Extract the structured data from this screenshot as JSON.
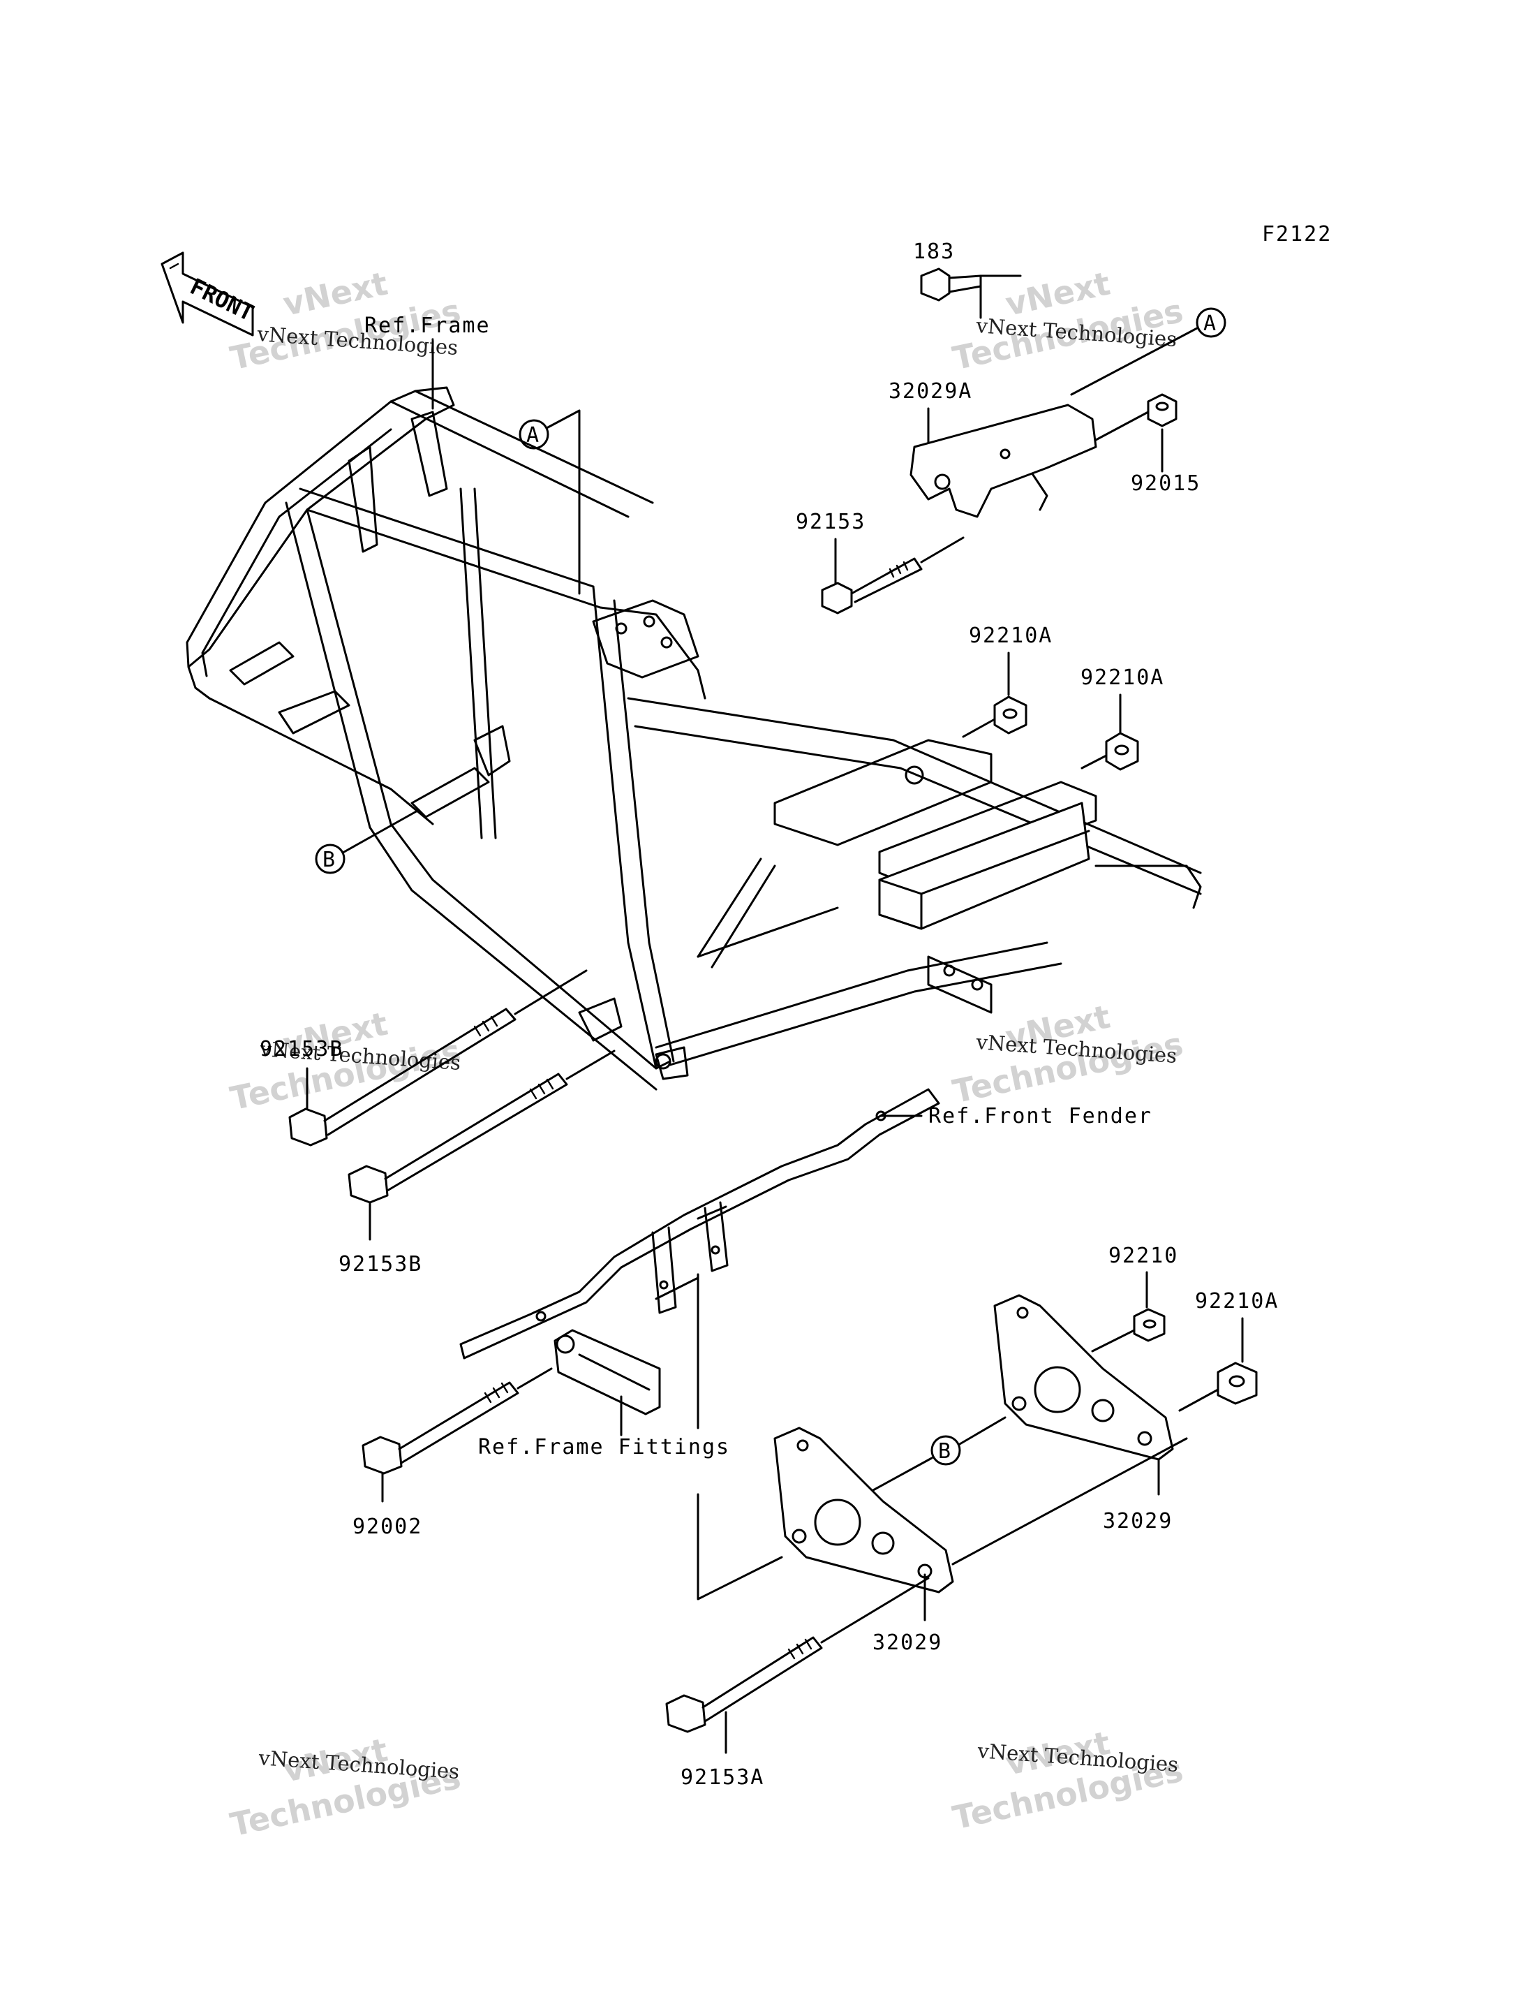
{
  "figure_code": "F2122",
  "front_arrow": "FRONT",
  "watermark": {
    "brand": "vNext",
    "company": "vNext Technologies",
    "word": "Technologies"
  },
  "refs": {
    "frame": "Ref.Frame",
    "front_fender": "Ref.Front Fender",
    "frame_fittings": "Ref.Frame Fittings"
  },
  "callouts": {
    "a": "A",
    "b": "B"
  },
  "parts": {
    "p183": "183",
    "p32029A": "32029A",
    "p92015": "92015",
    "p92153": "92153",
    "p92210A_1": "92210A",
    "p92210A_2": "92210A",
    "p92153B_1": "92153B",
    "p92153B_2": "92153B",
    "p92210": "92210",
    "p92210A_3": "92210A",
    "p92002": "92002",
    "p32029_1": "32029",
    "p32029_2": "32029",
    "p92153A": "92153A"
  }
}
